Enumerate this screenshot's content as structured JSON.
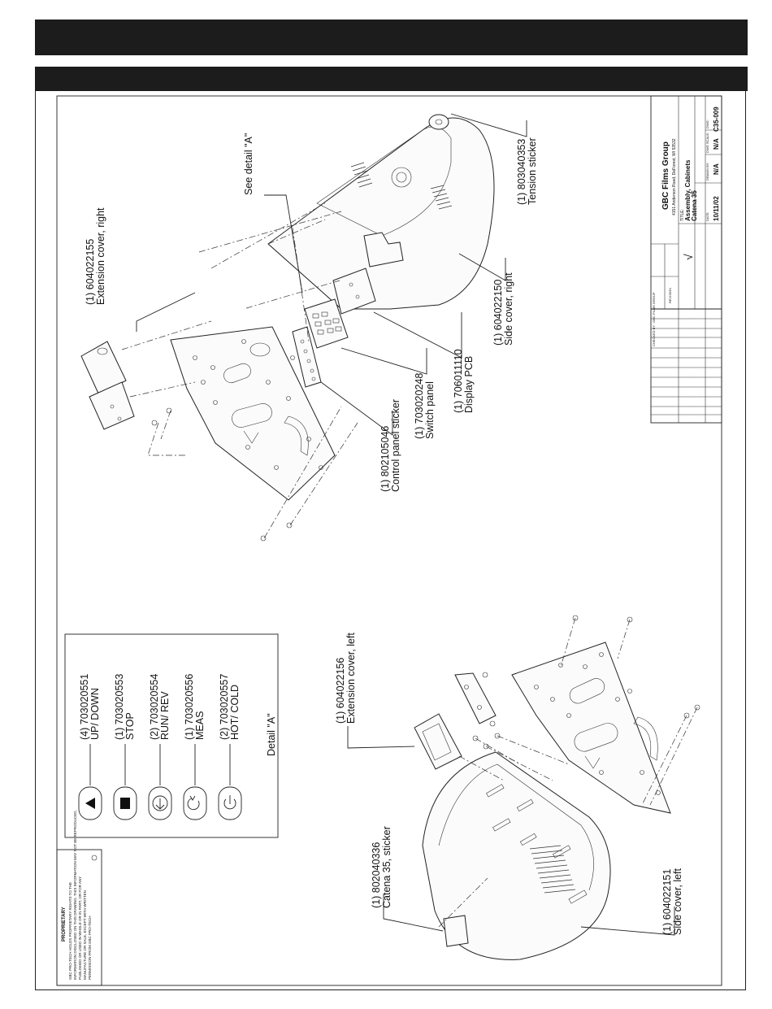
{
  "callouts": {
    "extension_cover_right": {
      "num": "(1) 604022155",
      "name": "Extension cover, right"
    },
    "see_detail": "See detail \"A\"",
    "tension_sticker": {
      "num": "(1) 803040353",
      "name": "Tension sticker"
    },
    "side_cover_right": {
      "num": "(1) 604022150",
      "name": "Side cover, right"
    },
    "display_pcb": {
      "num": "(1) 706011110",
      "name": "Display PCB"
    },
    "switch_panel": {
      "num": "(1) 703020248",
      "name": "Switch panel"
    },
    "control_panel_sticker": {
      "num": "(1) 802105046",
      "name": "Control panel sticker"
    },
    "extension_cover_left": {
      "num": "(1) 604022156",
      "name": "Extension cover, left"
    },
    "catena_sticker": {
      "num": "(1) 802040336",
      "name": "Catena 35, sticker"
    },
    "side_cover_left": {
      "num": "(1) 604022151",
      "name": "Side cover, left"
    }
  },
  "detail": {
    "title": "Detail \"A\"",
    "buttons": [
      {
        "num": "(4) 703020551",
        "name": "UP/ DOWN",
        "icon": "up-down-icon"
      },
      {
        "num": "(1) 703020553",
        "name": "STOP",
        "icon": "stop-icon"
      },
      {
        "num": "(2) 703020554",
        "name": "RUN/ REV",
        "icon": "run-rev-icon"
      },
      {
        "num": "(1) 703020556",
        "name": "MEAS",
        "icon": "meas-icon"
      },
      {
        "num": "(2) 703020557",
        "name": "HOT/ COLD",
        "icon": "hot-cold-icon"
      }
    ]
  },
  "proprietary": {
    "title": "PROPRIETARY",
    "lines": [
      "GBC PRO-TECH HOLDS PROPRIETARY RIGHTS TO THE",
      "INFORMATION DISCLOSED ON THIS DRAWING. THIS INFORMATION MAY NOT BE REPRODUCED,",
      "PUBLISHED OR USED IN WHOLE OR IN PART, OR FOR ANY",
      "MANUFACTURE OR SALE, EXCEPT WITH WRITTEN",
      "PERMISSION FROM GBC PRO-TECH"
    ]
  },
  "title_block": {
    "company": "GBC Films Group",
    "address": "4151 Anderson Road, DeForest, WI 53532",
    "title_label": "TITLE:",
    "title_line1": "Assembly, Cabinets",
    "title_line2": "Catena 35",
    "date_label": "DATE:",
    "date": "10/11/02",
    "drawn_label": "DRAWN BY:",
    "drawn": "N/A",
    "scale_label": "DWG SCALE:",
    "scale": "N/A",
    "dwg_label": "DWG:",
    "dwg": "C35-009",
    "revision_label": "REVISION",
    "checked_label": "CHECKED BY : GBC FILMS GROUP",
    "check_mark": "√"
  }
}
